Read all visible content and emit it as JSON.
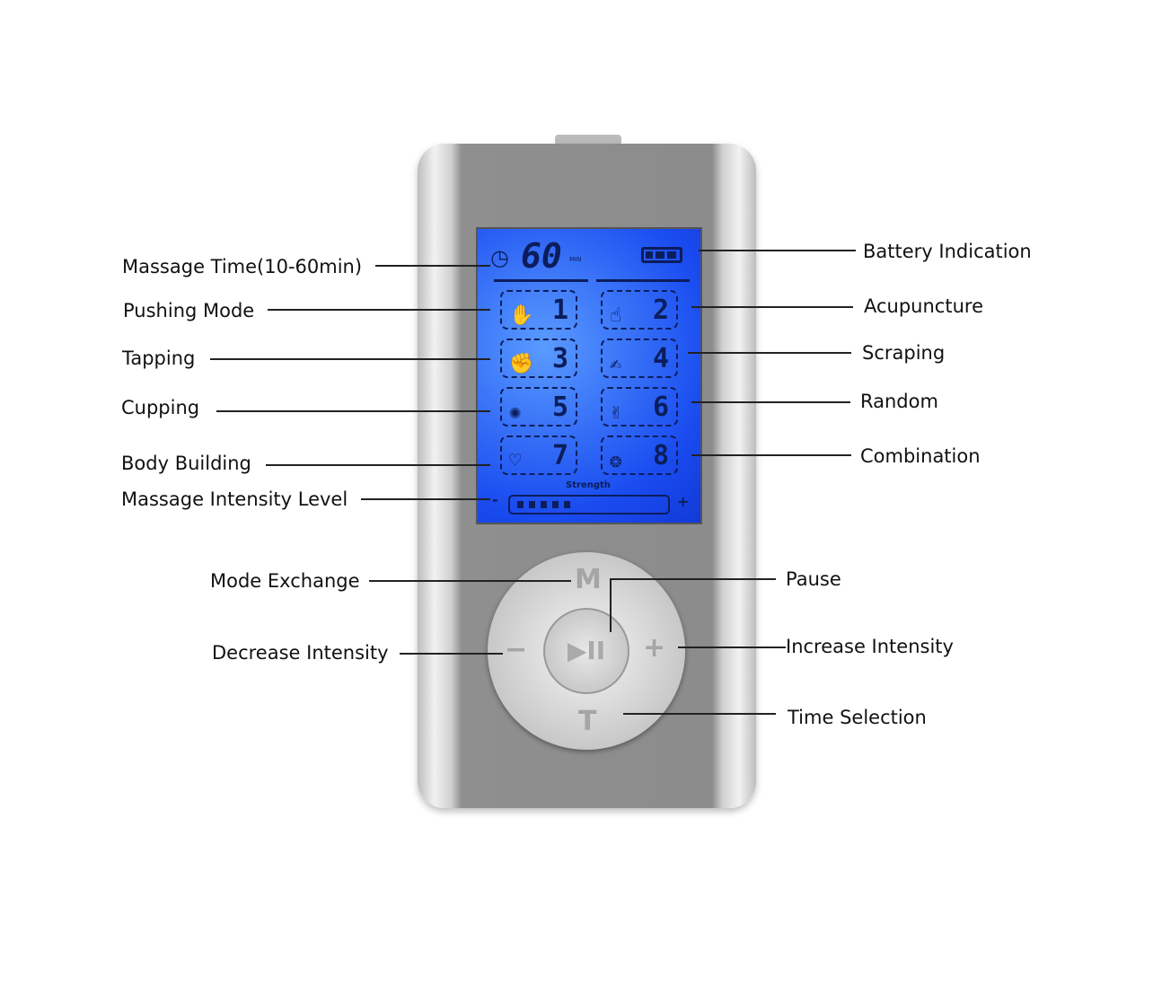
{
  "screen": {
    "time_value": "60",
    "time_unit": "MIN",
    "strength_label": "Strength",
    "strength_minus": "-",
    "strength_plus": "+",
    "strength_level": 5,
    "modes": [
      "1",
      "2",
      "3",
      "4",
      "5",
      "6",
      "7",
      "8"
    ]
  },
  "keys": {
    "mode": "M",
    "pause": "▶II",
    "decrease": "−",
    "increase": "+",
    "time": "T"
  },
  "callouts_left": [
    "Massage Time(10-60min)",
    "Pushing Mode",
    "Tapping",
    "Cupping",
    "Body Building",
    "Massage Intensity Level",
    "Mode Exchange",
    "Decrease Intensity"
  ],
  "callouts_right": [
    "Battery Indication",
    "Acupuncture",
    "Scraping",
    "Random",
    "Combination",
    "Pause",
    "Increase Intensity",
    "Time Selection"
  ]
}
